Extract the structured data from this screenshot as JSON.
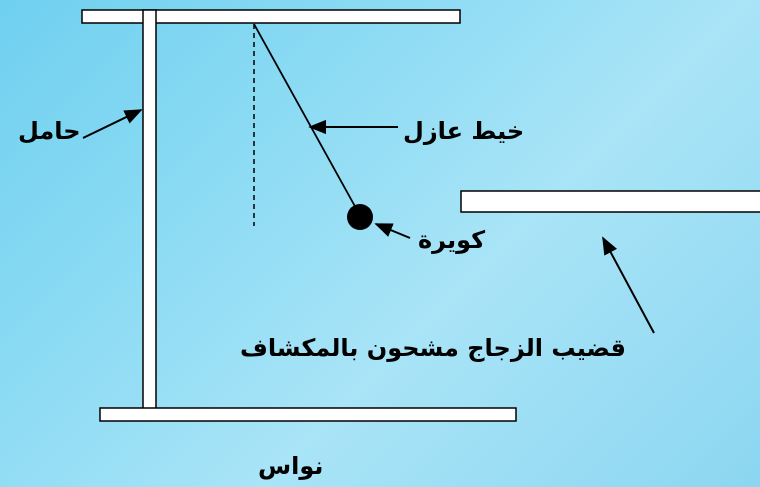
{
  "labels": {
    "stand": "حامل",
    "thread": "خيط عازل",
    "ball": "كويرة",
    "rod": "قضيب الزجاج مشحون بالمكشاف",
    "pendulum": "نواس"
  },
  "colors": {
    "background": "#8fdcf4",
    "bars": "#ffffff",
    "lines": "#000000"
  }
}
